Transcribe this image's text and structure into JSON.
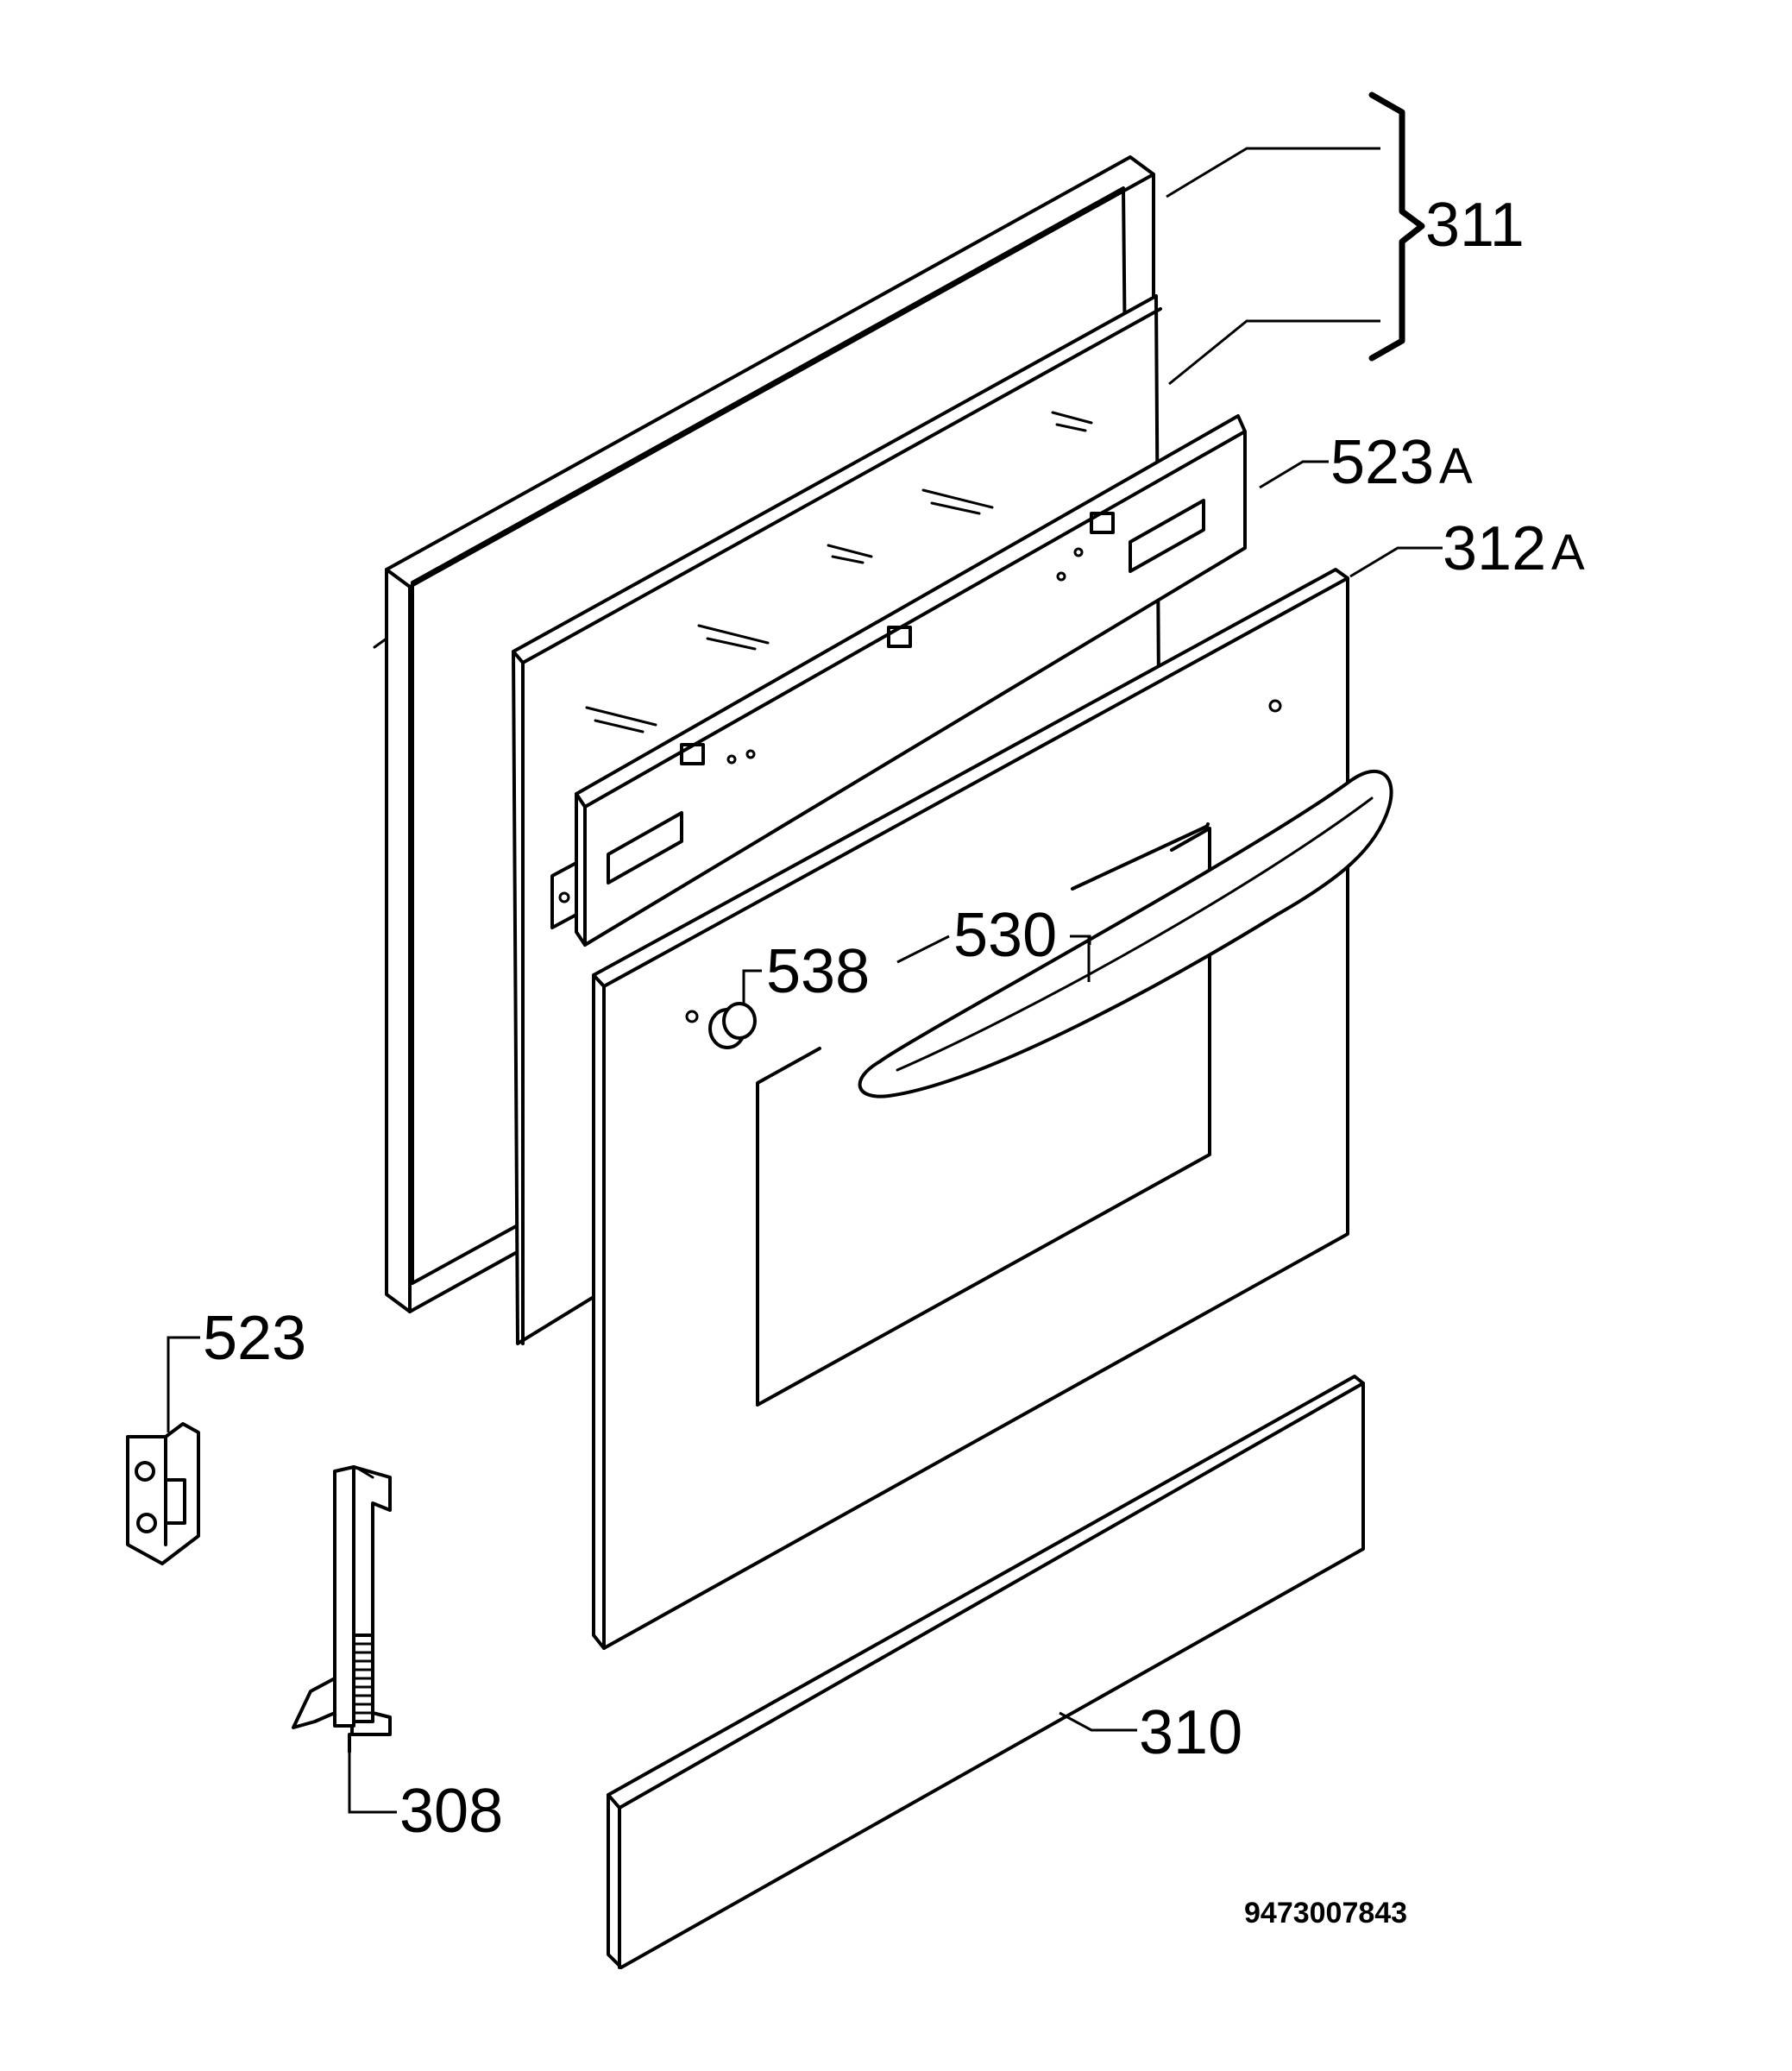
{
  "diagram": {
    "drawing_number": "9473007843",
    "labels": {
      "p311": "311",
      "p523a_num": "523",
      "p523a_suffix": "A",
      "p312a_num": "312",
      "p312a_suffix": "A",
      "p530": "530",
      "p538": "538",
      "p523": "523",
      "p308": "308",
      "p310": "310"
    },
    "parts": [
      {
        "id": "311",
        "description": "glass set (two panels)"
      },
      {
        "id": "523A",
        "description": "glass retaining frame"
      },
      {
        "id": "312A",
        "description": "outer door panel"
      },
      {
        "id": "530",
        "description": "door handle"
      },
      {
        "id": "538",
        "description": "handle cap"
      },
      {
        "id": "523",
        "description": "hinge bracket"
      },
      {
        "id": "308",
        "description": "door hinge"
      },
      {
        "id": "310",
        "description": "bottom trim strip"
      }
    ],
    "colors": {
      "line": "#000000",
      "background": "#ffffff"
    }
  }
}
